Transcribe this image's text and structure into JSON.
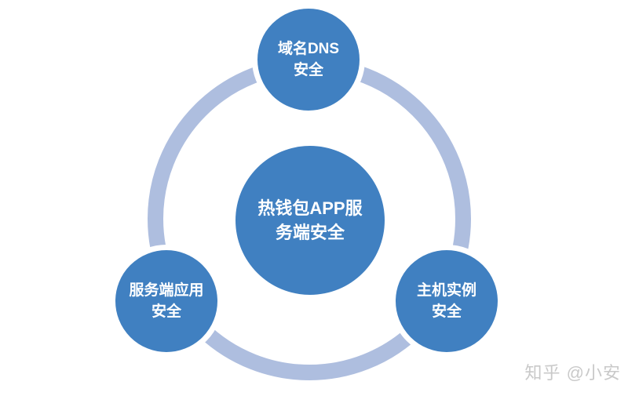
{
  "diagram": {
    "type": "cycle",
    "center_node": {
      "line1": "热钱包APP服",
      "line2": "务端安全",
      "full_text": "热钱包APP服务端安全"
    },
    "satellite_nodes": [
      {
        "id": "domain-dns",
        "position": "top",
        "line1": "域名DNS",
        "line2": "安全",
        "full_text": "域名DNS安全"
      },
      {
        "id": "server-app",
        "position": "bottom-left",
        "line1": "服务端应用",
        "line2": "安全",
        "full_text": "服务端应用安全"
      },
      {
        "id": "host-instance",
        "position": "bottom-right",
        "line1": "主机实例",
        "line2": "安全",
        "full_text": "主机实例安全"
      }
    ],
    "colors": {
      "node_fill": "#4080C1",
      "ring_color": "#AEBEDF",
      "label_text": "#FFFFFF",
      "background": "#FFFFFF"
    }
  },
  "watermark": {
    "text": "知乎 @小安",
    "color": "#C9C9C9"
  }
}
